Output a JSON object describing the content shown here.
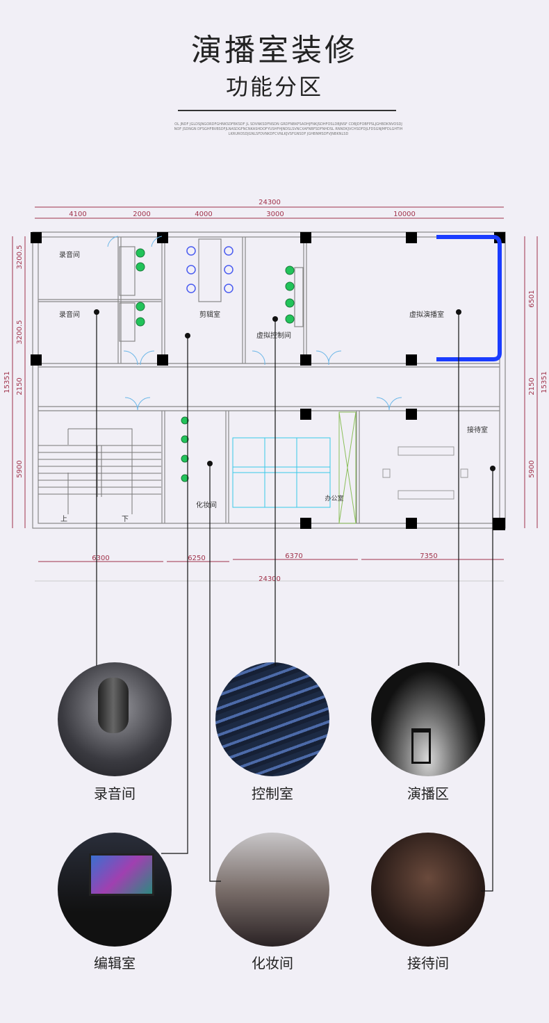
{
  "header": {
    "title": "演播室装修",
    "subtitle": "功能分区",
    "fine_print": "OL JNDF JGLDSJNGORDFGHNKSDFBKSDF JL SDVNKSDFNSDN GRDFNBKFSADHJFNKJSDHFOSLDBJNSF CDBJDFOBFPSLJGHBDKNVOSDJNOF JSDNGN DFSGHFBVBSDFJLNASDGFNCNKASHDOFYUSHFHJNDSLSVNCXAFNBFSDFNHDSL RNNDKJVCHSDFDJLFDSGNJMFDLGHTIHLKRUROSDJGNLSFDVNKDFCVNLKJVSFGNSDF JGHBNMSDFVJNBKNLSD"
  },
  "plan": {
    "dimensions_top": {
      "total": "24300",
      "segments": [
        "4100",
        "2000",
        "4000",
        "3000",
        "10000"
      ]
    },
    "dimensions_bottom": {
      "total": "24300",
      "segments": [
        "6300",
        "6250",
        "6370",
        "7350"
      ]
    },
    "dimensions_left": [
      "3200.5",
      "3200.5",
      "2150",
      "5900",
      "15351"
    ],
    "dimensions_right": [
      "6501",
      "2150",
      "5900",
      "15351"
    ],
    "rooms": {
      "recording1": "录音间",
      "recording2": "录音间",
      "editing": "剪辑室",
      "control": "虚拟控制间",
      "studio": "虚拟演播室",
      "makeup": "化妆间",
      "office": "办公室",
      "reception": "接待室",
      "up": "上",
      "down": "下"
    }
  },
  "zones": [
    {
      "label": "录音间",
      "icon": "microphone"
    },
    {
      "label": "控制室",
      "icon": "mixing-console"
    },
    {
      "label": "演播区",
      "icon": "studio-chair"
    },
    {
      "label": "编辑室",
      "icon": "editing-monitors"
    },
    {
      "label": "化妆间",
      "icon": "makeup"
    },
    {
      "label": "接待间",
      "icon": "audience"
    }
  ],
  "colors": {
    "dim": "#a0324a",
    "wall": "#777777",
    "blue": "#1a3cff",
    "green": "#22c35a",
    "cyan": "#38c8e8"
  }
}
